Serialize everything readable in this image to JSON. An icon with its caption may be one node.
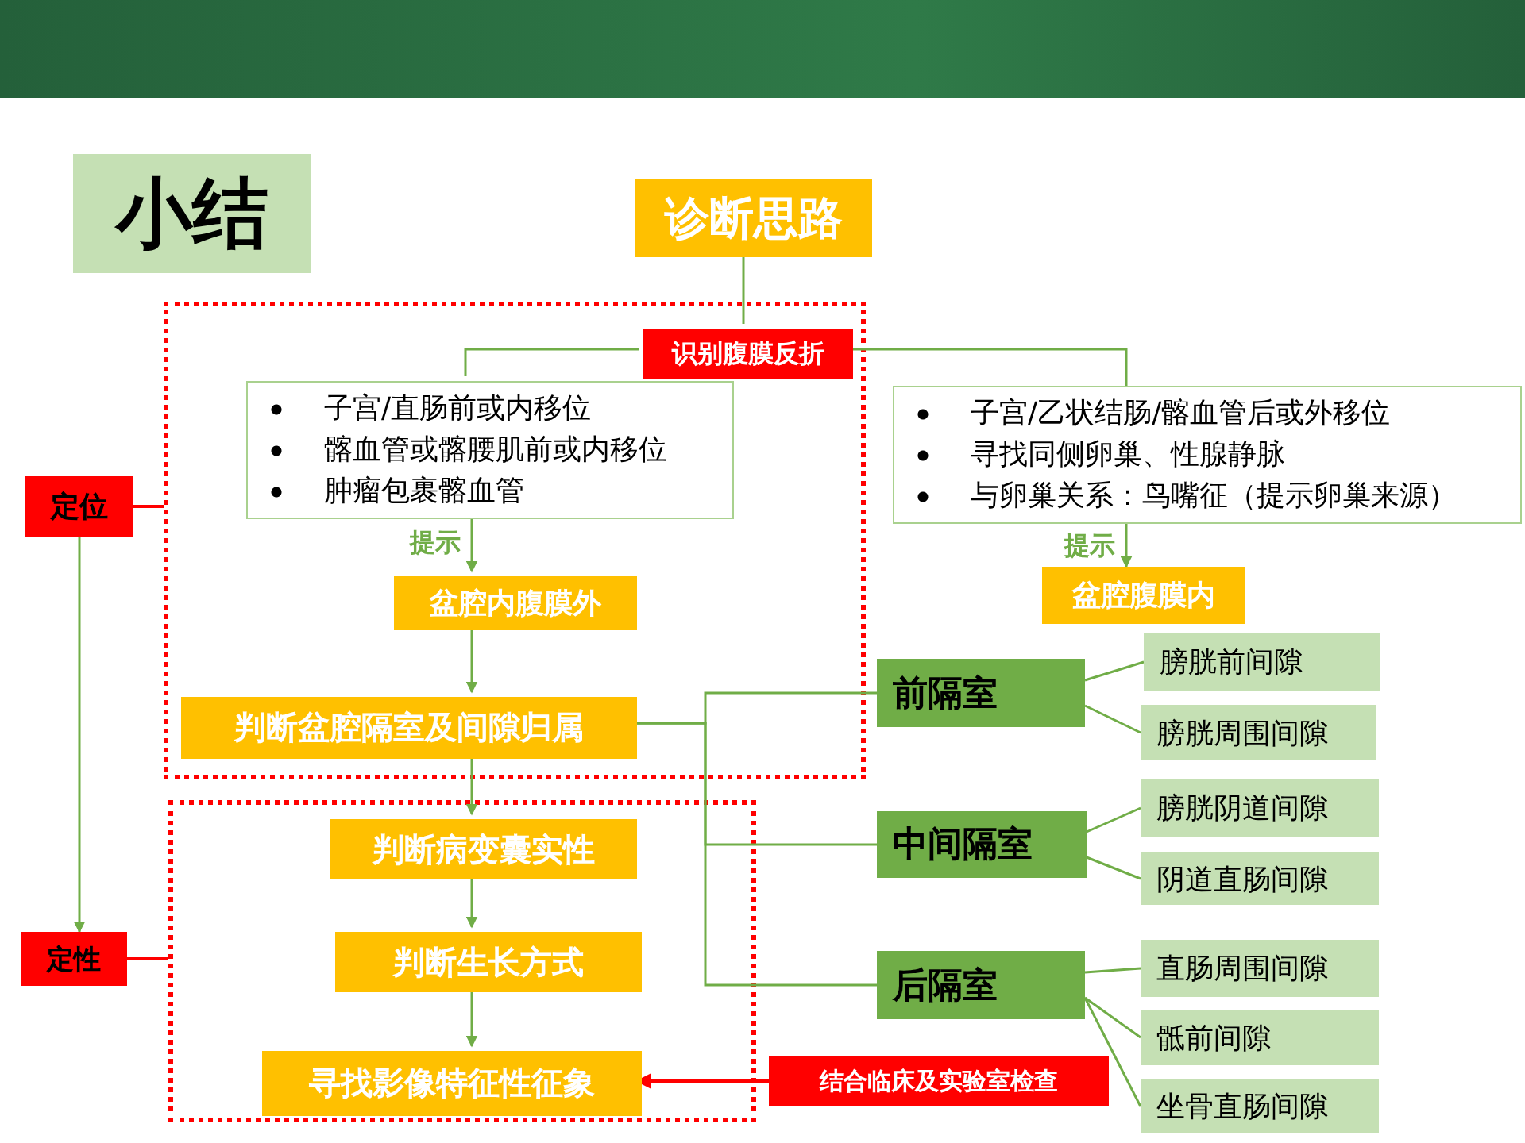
{
  "diagram": {
    "title": "小结",
    "nodes": [
      {
        "text": [
          "诊断思路"
        ]
      },
      {
        "text": [],
        "shape": "box"
      },
      {
        "text": [
          "识别腹膜反折"
        ],
        "in": 1
      },
      {
        "text": [
          "子宫/直肠前或内移位",
          "髂血管或髂腰肌前或内移位",
          "肿瘤包裹髂血管"
        ],
        "in": 1
      },
      {
        "text": [
          "子宫/乙状结肠/髂血管后或外移位",
          "寻找同侧卵巢、性腺静脉",
          "与卵巢关系：鸟嘴征（提示卵巢来源）"
        ]
      },
      {
        "text": [
          "定位"
        ]
      },
      {
        "text": [
          "盆腔内腹膜外"
        ],
        "in": 1
      },
      {
        "text": [
          "盆腔腹膜内"
        ]
      },
      {
        "text": [
          "判断盆腔隔室及间隙归属"
        ],
        "in": 1
      },
      {
        "text": [
          "前隔室"
        ]
      },
      {
        "text": [
          "膀胱前间隙"
        ]
      },
      {
        "text": [
          "膀胱周围间隙"
        ]
      },
      {
        "text": [
          "定性"
        ]
      },
      {
        "text": [],
        "shape": "box"
      },
      {
        "text": [
          "判断病变囊实性"
        ],
        "in": 13
      },
      {
        "text": [
          "中间隔室"
        ]
      },
      {
        "text": [
          "膀胱阴道间隙"
        ]
      },
      {
        "text": [
          "阴道直肠间隙"
        ]
      },
      {
        "text": [
          "判断生长方式"
        ],
        "in": 13
      },
      {
        "text": [
          "后隔室"
        ]
      },
      {
        "text": [
          "直肠周围间隙"
        ]
      },
      {
        "text": [
          "骶前间隙"
        ]
      },
      {
        "text": [
          "寻找影像特征性征象"
        ],
        "in": 13
      },
      {
        "text": [
          "结合临床及实验室检查"
        ]
      },
      {
        "text": [
          "坐骨直肠间隙"
        ]
      }
    ],
    "edges": [
      {
        "from": 0,
        "to": 2,
        "arrow": "none"
      },
      {
        "from": 2,
        "to": 3,
        "arrow": "none"
      },
      {
        "from": 2,
        "to": 4,
        "arrow": "none"
      },
      {
        "from": 3,
        "to": 6,
        "arrow": "to",
        "label": "提示"
      },
      {
        "from": 4,
        "to": 7,
        "arrow": "to",
        "label": "提示"
      },
      {
        "from": 6,
        "to": 8,
        "arrow": "to"
      },
      {
        "from": 8,
        "to": 9,
        "arrow": "none"
      },
      {
        "from": 8,
        "to": 15,
        "arrow": "none"
      },
      {
        "from": 8,
        "to": 19,
        "arrow": "none"
      },
      {
        "from": 8,
        "to": 14,
        "arrow": "to"
      },
      {
        "from": 14,
        "to": 18,
        "arrow": "to"
      },
      {
        "from": 18,
        "to": 22,
        "arrow": "to"
      },
      {
        "from": 23,
        "to": 22,
        "arrow": "to",
        "color": "#ff0000"
      },
      {
        "from": 5,
        "to": 1,
        "arrow": "none",
        "color": "#ff0000"
      },
      {
        "from": 5,
        "to": 12,
        "arrow": "to"
      },
      {
        "from": 12,
        "to": 13,
        "arrow": "none",
        "color": "#ff0000"
      },
      {
        "from": 9,
        "to": 10,
        "arrow": "none"
      },
      {
        "from": 9,
        "to": 11,
        "arrow": "none"
      },
      {
        "from": 15,
        "to": 16,
        "arrow": "none"
      },
      {
        "from": 15,
        "to": 17,
        "arrow": "none"
      },
      {
        "from": 19,
        "to": 20,
        "arrow": "none"
      },
      {
        "from": 19,
        "to": 21,
        "arrow": "none"
      },
      {
        "from": 19,
        "to": 24,
        "arrow": "none"
      }
    ]
  }
}
